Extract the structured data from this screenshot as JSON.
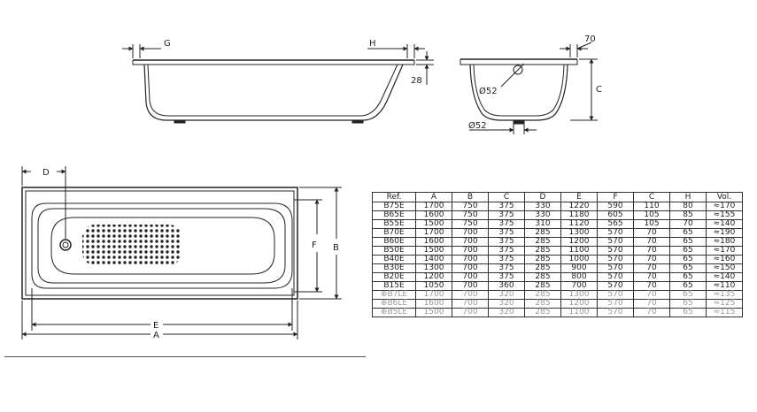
{
  "labels": {
    "g": "G",
    "h": "H",
    "h_value": "28",
    "c_side_value": "70",
    "c": "C",
    "diam_1": "Ø52",
    "diam_2": "Ø52",
    "d": "D",
    "f": "F",
    "b": "B",
    "e": "E",
    "a": "A"
  },
  "table": {
    "headers": [
      "Ref.",
      "A",
      "B",
      "C",
      "D",
      "E",
      "F",
      "C",
      "H",
      "Vol."
    ],
    "rows": [
      {
        "ref": "B75E",
        "cells": [
          "1700",
          "750",
          "375",
          "330",
          "1220",
          "590",
          "110",
          "80",
          "≈170"
        ],
        "dim": false,
        "mark": ""
      },
      {
        "ref": "B65E",
        "cells": [
          "1600",
          "750",
          "375",
          "330",
          "1180",
          "605",
          "105",
          "85",
          "≈155"
        ],
        "dim": false,
        "mark": ""
      },
      {
        "ref": "B55E",
        "cells": [
          "1500",
          "750",
          "375",
          "310",
          "1120",
          "565",
          "105",
          "70",
          "≈140"
        ],
        "dim": false,
        "mark": ""
      },
      {
        "ref": "B70E",
        "cells": [
          "1700",
          "700",
          "375",
          "285",
          "1300",
          "570",
          "70",
          "65",
          "≈190"
        ],
        "dim": false,
        "mark": ""
      },
      {
        "ref": "B60E",
        "cells": [
          "1600",
          "700",
          "375",
          "285",
          "1200",
          "570",
          "70",
          "65",
          "≈180"
        ],
        "dim": false,
        "mark": ""
      },
      {
        "ref": "B50E",
        "cells": [
          "1500",
          "700",
          "375",
          "285",
          "1100",
          "570",
          "70",
          "65",
          "≈170"
        ],
        "dim": false,
        "mark": ""
      },
      {
        "ref": "B40E",
        "cells": [
          "1400",
          "700",
          "375",
          "285",
          "1000",
          "570",
          "70",
          "65",
          "≈160"
        ],
        "dim": false,
        "mark": ""
      },
      {
        "ref": "B30E",
        "cells": [
          "1300",
          "700",
          "375",
          "285",
          "900",
          "570",
          "70",
          "65",
          "≈150"
        ],
        "dim": false,
        "mark": ""
      },
      {
        "ref": "B20E",
        "cells": [
          "1200",
          "700",
          "375",
          "285",
          "800",
          "570",
          "70",
          "65",
          "≈140"
        ],
        "dim": false,
        "mark": ""
      },
      {
        "ref": "B15E",
        "cells": [
          "1050",
          "700",
          "360",
          "285",
          "700",
          "570",
          "70",
          "65",
          "≈110"
        ],
        "dim": false,
        "mark": ""
      },
      {
        "ref": "B7LE",
        "cells": [
          "1700",
          "700",
          "320",
          "285",
          "1300",
          "570",
          "70",
          "65",
          "≈135"
        ],
        "dim": true,
        "mark": "⊕"
      },
      {
        "ref": "B6LE",
        "cells": [
          "1600",
          "700",
          "320",
          "285",
          "1200",
          "570",
          "70",
          "65",
          "≈125"
        ],
        "dim": true,
        "mark": "⊕"
      },
      {
        "ref": "B5LE",
        "cells": [
          "1500",
          "700",
          "320",
          "285",
          "1100",
          "570",
          "70",
          "65",
          "≈115"
        ],
        "dim": true,
        "mark": "⊕"
      }
    ]
  }
}
